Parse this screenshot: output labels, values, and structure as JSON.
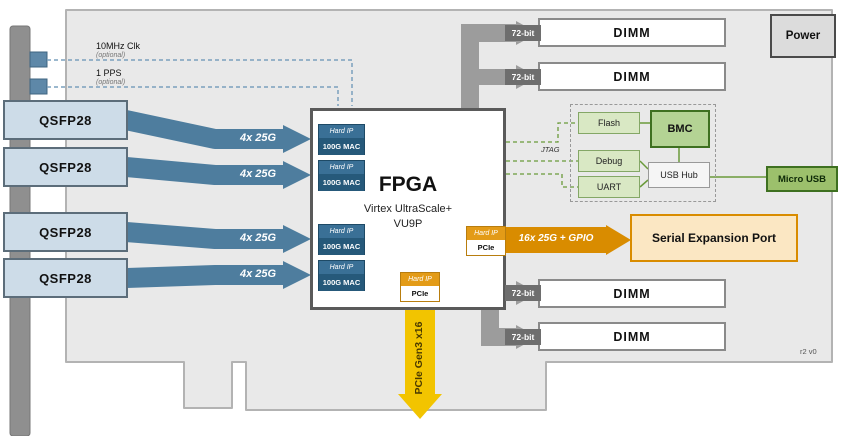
{
  "board": {
    "revision": "r2 v0"
  },
  "clock_inputs": [
    {
      "label": "10MHz Clk",
      "note": "(optional)"
    },
    {
      "label": "1 PPS",
      "note": "(optional)"
    }
  ],
  "qsfp_ports": [
    {
      "label": "QSFP28",
      "link": "4x 25G"
    },
    {
      "label": "QSFP28",
      "link": "4x 25G"
    },
    {
      "label": "QSFP28",
      "link": "4x 25G"
    },
    {
      "label": "QSFP28",
      "link": "4x 25G"
    }
  ],
  "fpga": {
    "title": "FPGA",
    "family": "Virtex UltraScale+",
    "part": "VU9P",
    "mac_blocks": [
      {
        "type": "Hard IP",
        "name": "100G MAC"
      },
      {
        "type": "Hard IP",
        "name": "100G MAC"
      },
      {
        "type": "Hard IP",
        "name": "100G MAC"
      },
      {
        "type": "Hard IP",
        "name": "100G MAC"
      }
    ],
    "pcie_right": {
      "type": "Hard IP",
      "name": "PCIe"
    },
    "pcie_bottom": {
      "type": "Hard IP",
      "name": "PCIe"
    }
  },
  "buses": {
    "pcie": "PCIe Gen3 x16",
    "serial": "16x 25G + GPIO"
  },
  "memory": {
    "dimms": [
      "DIMM",
      "DIMM",
      "DIMM",
      "DIMM"
    ],
    "widths": [
      "72-bit",
      "72-bit",
      "72-bit",
      "72-bit"
    ]
  },
  "power": {
    "label": "Power"
  },
  "management": {
    "flash": "Flash",
    "bmc": "BMC",
    "debug": "Debug",
    "uart": "UART",
    "usb_hub": "USB Hub",
    "micro_usb": "Micro USB",
    "jtag": "JTAG"
  },
  "expansion": {
    "label": "Serial Expansion Port"
  },
  "colors": {
    "board": "#e9e9e9",
    "qsfp_link": "#4e7d9e",
    "pcie_bus": "#f2c400",
    "serial_bus": "#d98c00",
    "mac_block": "#26597a",
    "bmc_green": "#b4d394",
    "dimm_bus": "#9c9c9c"
  }
}
